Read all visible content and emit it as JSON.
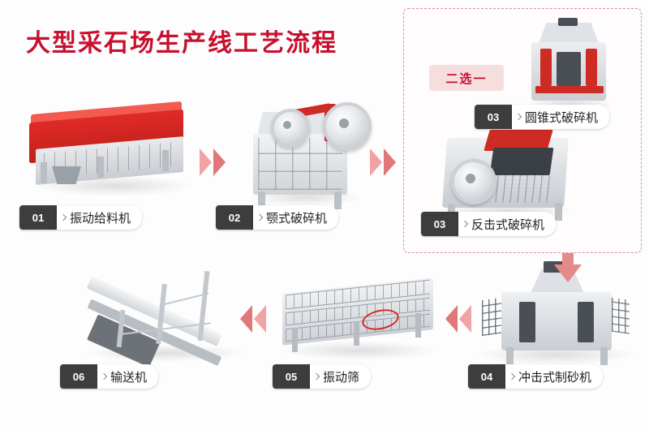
{
  "title": "大型采石场生产线工艺流程",
  "group": {
    "pick_one_label": "二选一"
  },
  "stages": [
    {
      "num": "01",
      "label": "振动给料机",
      "machine": "vibrating-feeder"
    },
    {
      "num": "02",
      "label": "颚式破碎机",
      "machine": "jaw-crusher"
    },
    {
      "num": "03",
      "label": "圆锥式破碎机",
      "machine": "cone-crusher"
    },
    {
      "num": "03",
      "label": "反击式破碎机",
      "machine": "impact-crusher"
    },
    {
      "num": "04",
      "label": "冲击式制砂机",
      "machine": "vsi-sand-maker"
    },
    {
      "num": "05",
      "label": "振动筛",
      "machine": "vibrating-screen"
    },
    {
      "num": "06",
      "label": "输送机",
      "machine": "belt-conveyor"
    }
  ],
  "colors": {
    "title_red": "#c8102e",
    "arrow_pink": "#f0a3a3",
    "arrow_red": "#e58a8a",
    "badge_bg": "#f7dede",
    "pill_dark": "#3d3d3d",
    "dashed_border": "#e08a96"
  }
}
